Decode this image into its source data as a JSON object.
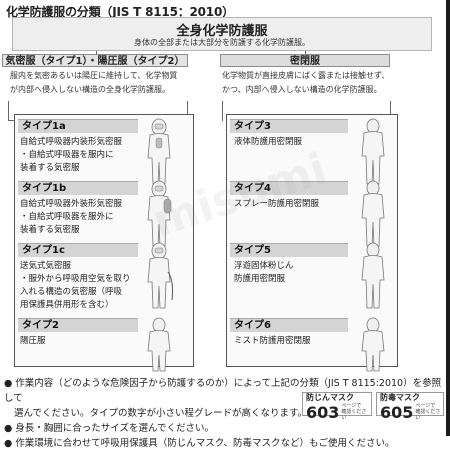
{
  "title": "化学防護服の分類（JIS T 8115：2010）",
  "top": {
    "title": "全身化学防護服",
    "subtitle": "身体の全部または大部分を防護する化学防護服。"
  },
  "left": {
    "header": "気密服（タイプ1）・陽圧服（タイプ2）",
    "desc1": "服内を気密あるいは陽圧に維持して、化学物質",
    "desc2": "が内部へ侵入しない構造の全身化学防護服。",
    "types": [
      {
        "label": "タイプ1a",
        "lines": [
          "自給式呼吸器内装形気密服",
          "・自給式呼吸器を服内に",
          "装着する気密服"
        ]
      },
      {
        "label": "タイプ1b",
        "lines": [
          "自給式呼吸器外装形気密服",
          "・自給式呼吸器を服外に",
          "装着する気密服"
        ]
      },
      {
        "label": "タイプ1c",
        "lines": [
          "送気式気密服",
          "・服外から呼吸用空気を取り",
          "入れる構造の気密服（呼吸",
          "用保護具併用形を含む）"
        ]
      },
      {
        "label": "タイプ2",
        "lines": [
          "陽圧服"
        ]
      }
    ]
  },
  "right": {
    "header": "密閉服",
    "desc1": "化学物質が直接皮膚にばく露または接触せず、",
    "desc2": "かつ、内部へ侵入しない構造の化学防護服。",
    "types": [
      {
        "label": "タイプ3",
        "lines": [
          "液体防護用密閉服"
        ]
      },
      {
        "label": "タイプ4",
        "lines": [
          "スプレー防護用密閉服"
        ]
      },
      {
        "label": "タイプ5",
        "lines": [
          "浮遊固体粉じん",
          "防護用密閉服"
        ]
      },
      {
        "label": "タイプ6",
        "lines": [
          "ミスト防護用密閉服"
        ]
      }
    ]
  },
  "notes": [
    "● 作業内容（どのような危険因子から防護するのか）によって上記の分類（JIS T 8115:2010）を参照して",
    "選んでください。タイプの数字が小さい程グレードが高くなります。",
    "● 身長・胸囲に合ったサイズを選んでください。",
    "● 作業環境に合わせて呼吸用保護具（防じんマスク、防毒マスクなど）もご使用ください。"
  ],
  "refs": [
    {
      "title": "防じんマスク",
      "page": "603"
    },
    {
      "title": "防毒マスク",
      "page": "605"
    }
  ],
  "ref_small_1": "ページで",
  "ref_small_2": "確認ください",
  "watermark": "misumi"
}
